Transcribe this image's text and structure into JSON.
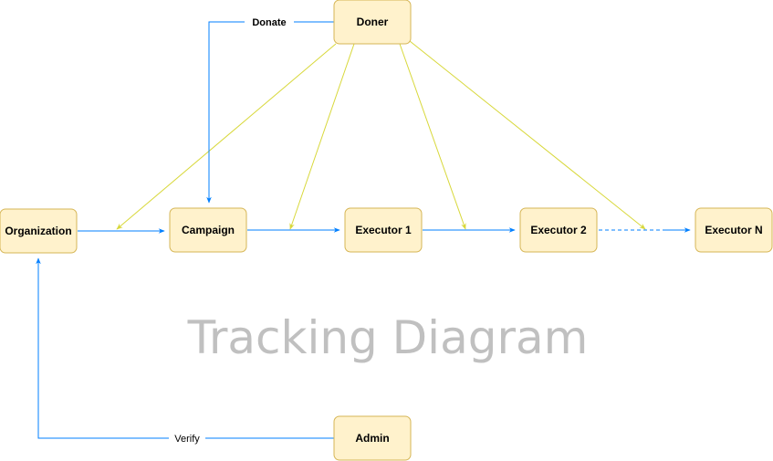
{
  "nodes": {
    "doner": "Doner",
    "organization": "Organization",
    "campaign": "Campaign",
    "executor1": "Executor 1",
    "executor2": "Executor 2",
    "executorN": "Executor N",
    "admin": "Admin"
  },
  "edge_labels": {
    "donate": "Donate",
    "verify": "Verify"
  },
  "title": "Tracking Diagram",
  "colors": {
    "node_fill": "#fff2cc",
    "node_stroke": "#d6b656",
    "flow_blue": "#007fff",
    "donor_yellow": "#d8d83a",
    "title_gray": "#c0c0c0"
  }
}
